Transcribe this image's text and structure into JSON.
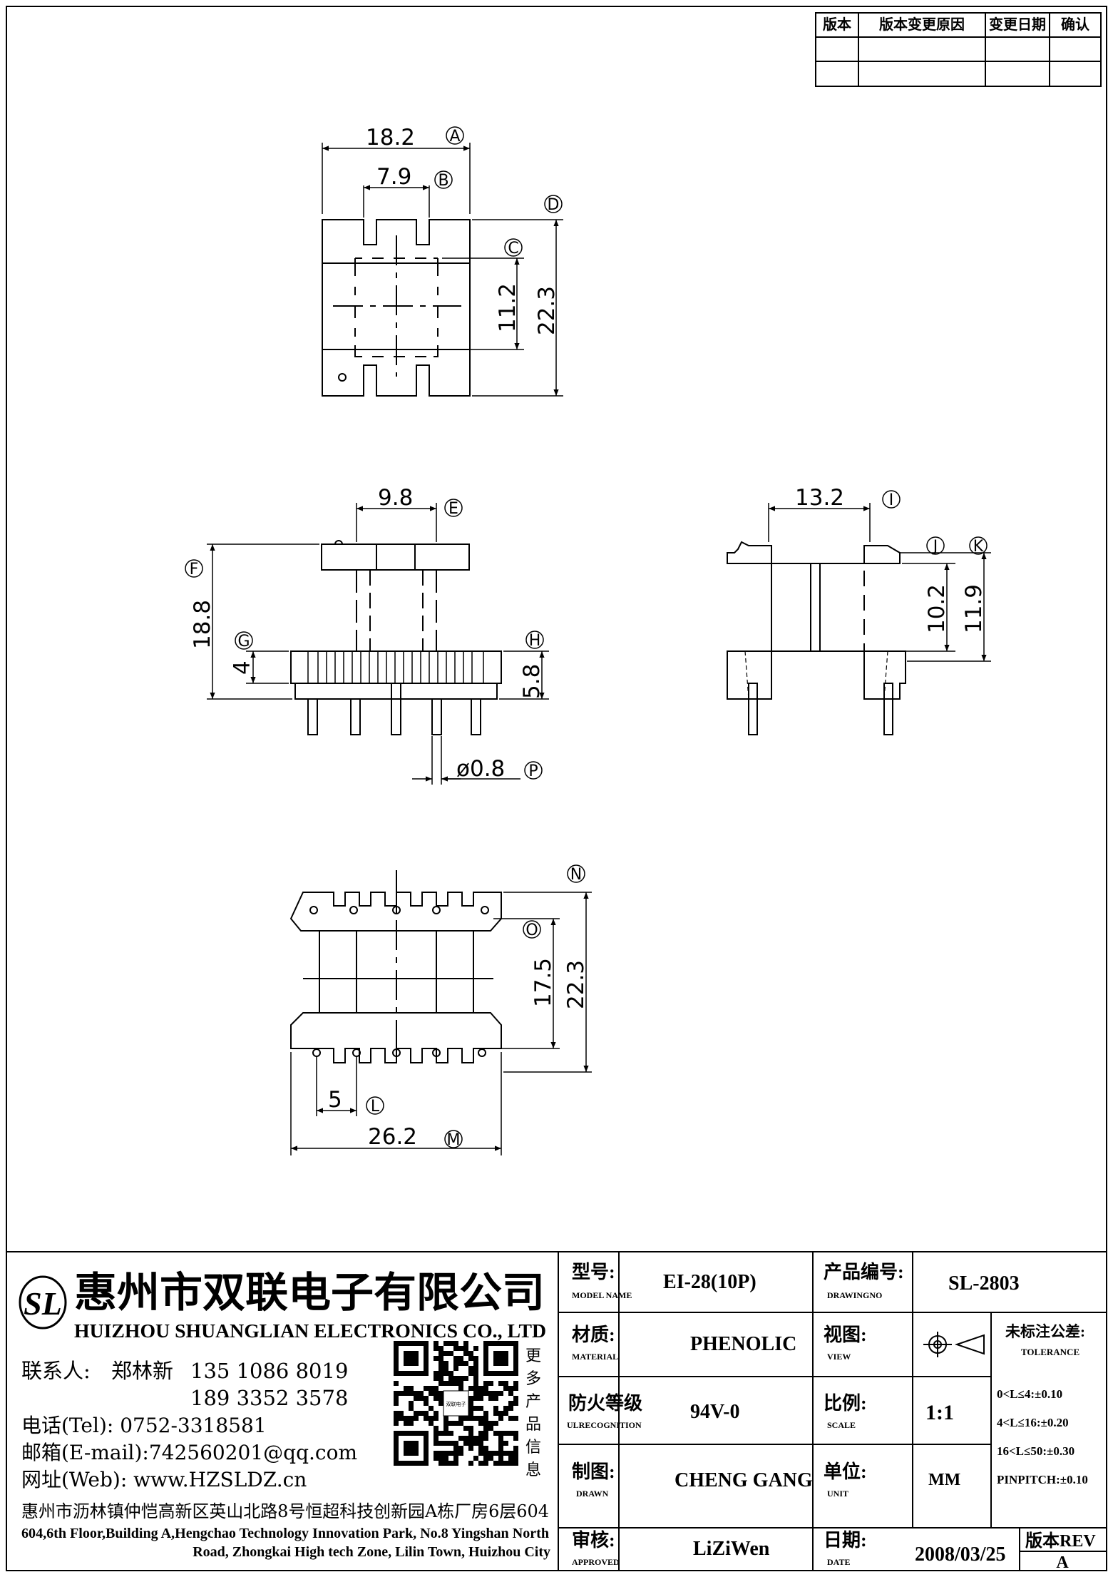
{
  "revision_table": {
    "headers": [
      "版本",
      "版本变更原因",
      "变更日期",
      "确认"
    ]
  },
  "dimensions": {
    "A": {
      "value": "18.2",
      "tag": "A"
    },
    "B": {
      "value": "7.9",
      "tag": "B"
    },
    "C": {
      "value": "11.2",
      "tag": "C"
    },
    "D": {
      "value": "22.3",
      "tag": "D"
    },
    "E": {
      "value": "9.8",
      "tag": "E"
    },
    "F": {
      "value": "18.8",
      "tag": "F"
    },
    "G": {
      "value": "4",
      "tag": "G"
    },
    "H": {
      "value": "5.8",
      "tag": "H"
    },
    "P": {
      "value": "ø0.8",
      "tag": "P"
    },
    "I": {
      "value": "13.2",
      "tag": "I"
    },
    "J": {
      "value": "10.2",
      "tag": "J"
    },
    "K": {
      "value": "11.9",
      "tag": "K"
    },
    "N": {
      "value": "22.3",
      "tag": "N"
    },
    "O": {
      "value": "17.5",
      "tag": "O"
    },
    "L": {
      "value": "5",
      "tag": "L"
    },
    "M": {
      "value": "26.2",
      "tag": "M"
    }
  },
  "company": {
    "logo_letters": "SL",
    "name_cn": "惠州市双联电子有限公司",
    "name_en": "HUIZHOU SHUANGLIAN ELECTRONICS CO., LTD",
    "contact_label": "联系人:",
    "contact_name": "郑林新",
    "phone1": "135 1086 8019",
    "phone2": "189 3352 3578",
    "tel": "电话(Tel): 0752-3318581",
    "email": "邮箱(E-mail):742560201@qq.com",
    "web": "网址(Web): www.HZSLDZ.cn",
    "address_cn": "惠州市沥林镇仲恺高新区英山北路8号恒超科技创新园A栋厂房6层604",
    "address_en_1": "604,6th Floor,Building A,Hengchao Technology Innovation Park, No.8 Yingshan North",
    "address_en_2": "Road, Zhongkai High tech Zone, Lilin Town, Huizhou City",
    "qr_caption": [
      "更",
      "多",
      "产",
      "品",
      "信",
      "息"
    ],
    "qr_center": "双联电子"
  },
  "title_block": {
    "model_label": "型号:",
    "model_label_en": "MODEL NAME",
    "model_value": "EI-28(10P)",
    "drawing_label": "产品编号:",
    "drawing_label_en": "DRAWINGNO",
    "drawing_value": "SL-2803",
    "material_label": "材质:",
    "material_label_en": "MATERIAL",
    "material_value": "PHENOLIC",
    "view_label": "视图:",
    "view_label_en": "VIEW",
    "tolerance_label": "未标注公差:",
    "tolerance_label_en": "TOLERANCE",
    "flame_label": "防火等级",
    "flame_label_en": "ULRECOGNITION",
    "flame_value": "94V-0",
    "scale_label": "比例:",
    "scale_label_en": "SCALE",
    "scale_value": "1:1",
    "tol_1": "0<L≤4:±0.10",
    "tol_2": "4<L≤16:±0.20",
    "tol_3": "16<L≤50:±0.30",
    "tol_4": "PINPITCH:±0.10",
    "drawn_label": "制图:",
    "drawn_label_en": "DRAWN",
    "drawn_value": "CHENG GANG",
    "unit_label": "单位:",
    "unit_label_en": "UNIT",
    "unit_value": "MM",
    "approved_label": "审核:",
    "approved_label_en": "APPROVED",
    "approved_value": "LiZiWen",
    "date_label": "日期:",
    "date_label_en": "DATE",
    "date_value": "2008/03/25",
    "rev_label": "版本REV",
    "rev_value": "A"
  }
}
